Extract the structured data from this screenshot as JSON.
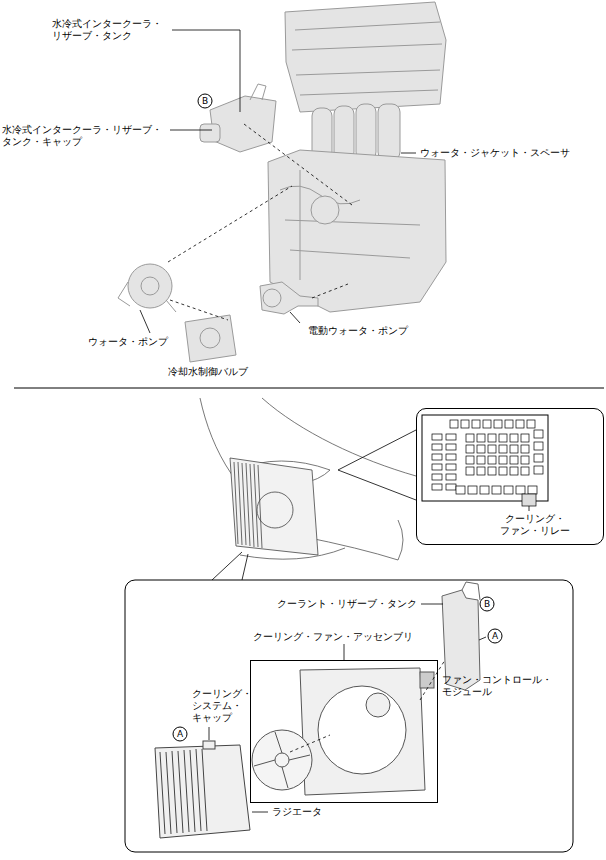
{
  "diagram": {
    "nodes": [
      {
        "text": [
          "クーリング・ ファン・リレー"
        ]
      },
      {
        "text": [
          "クーリング・ファン・アッセンブリ"
        ]
      }
    ],
    "labels": [
      "水冷式インタークーラ・ リザーブ・タンク",
      "B",
      "水冷式インタークーラ・リザーブ・ タンク・キャップ",
      "ウォータ・ジャケット・スペーサ",
      "ウォータ・ポンプ",
      "電動ウォータ・ポンプ",
      "冷却水制御バルブ",
      "クーラント・リザーブ・タンク",
      "B",
      "A",
      "ファン・コントロール・ モジュール",
      "クーリング・ システム・ キャップ",
      "A",
      "ラジエータ"
    ]
  }
}
